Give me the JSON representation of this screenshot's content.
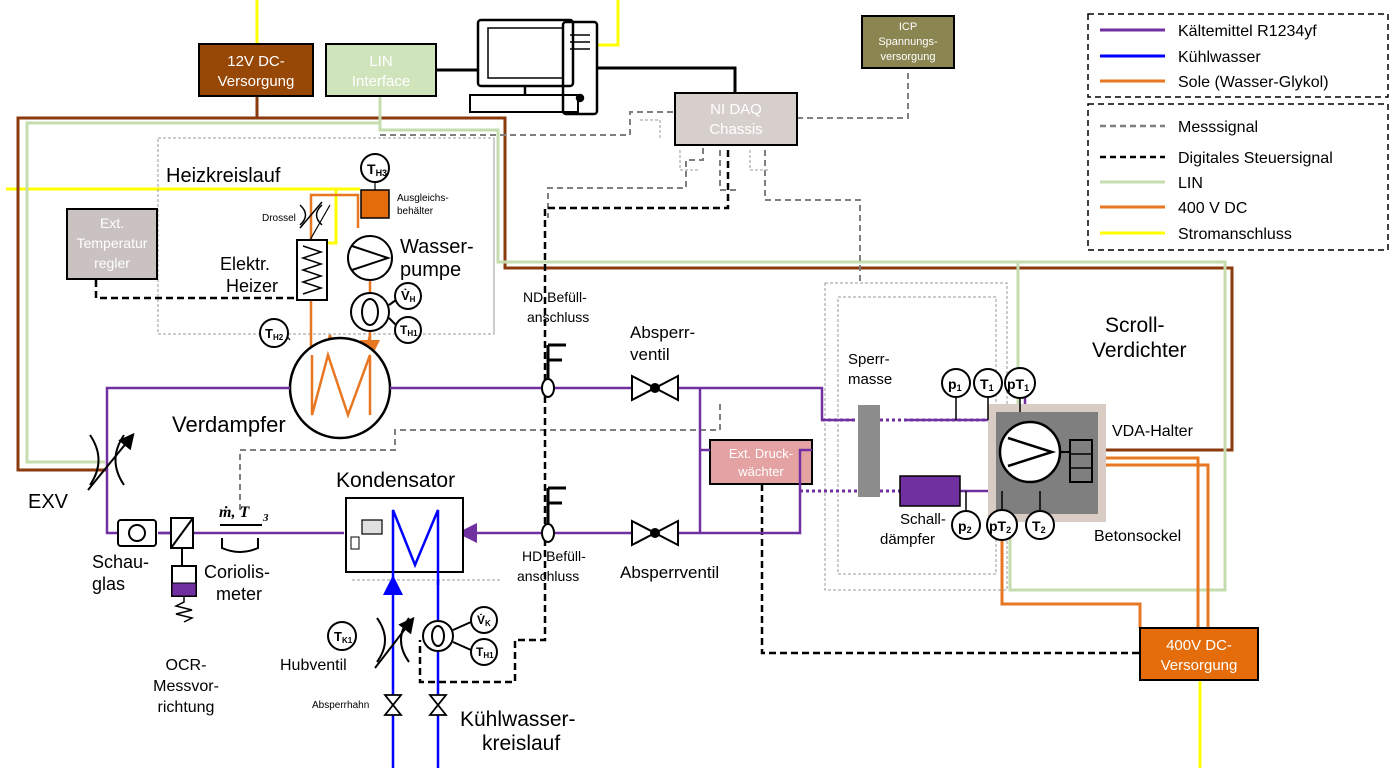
{
  "legend": {
    "refrigerant": "Kältemittel R1234yf",
    "cooling_water": "Kühlwasser",
    "brine": "Sole (Wasser-Glykol)",
    "measurement": "Messsignal",
    "digital": "Digitales Steuersignal",
    "lin": "LIN",
    "dc400": "400 V DC",
    "power": "Stromanschluss"
  },
  "colors": {
    "refrigerant": "#7030a0",
    "cooling_water": "#0000ff",
    "brine": "#e87722",
    "lin": "#c5dcae",
    "dc12": "#8b3a0e",
    "power": "#ffff00",
    "dc_box": "#974706",
    "lin_box": "#d0e4bc",
    "icp_box": "#8b8552",
    "daq_box": "#d7cfcc",
    "temp_box": "#c9c2c0",
    "druck_box": "#e5a2a2",
    "orange_box": "#e46c0a",
    "compressor": "#a6a6a6",
    "sperrmasse": "#8c8c8c",
    "schalldaempfer": "#7030a0"
  },
  "boxes": {
    "dc12_l1": "12V DC-",
    "dc12_l2": "Versorgung",
    "lin_l1": "LIN",
    "lin_l2": "Interface",
    "daq_l1": "NI DAQ",
    "daq_l2": "Chassis",
    "icp_l1": "ICP",
    "icp_l2": "Spannungs-",
    "icp_l3": "versorgung",
    "temp_l1": "Ext.",
    "temp_l2": "Temperatur",
    "temp_l3": "regler",
    "druck_l1": "Ext. Druck-",
    "druck_l2": "wächter",
    "dc400_l1": "400V DC-",
    "dc400_l2": "Versorgung"
  },
  "labels": {
    "heizkreislauf": "Heizkreislauf",
    "drossel": "Drossel",
    "ausgleich_l1": "Ausgleichs-",
    "ausgleich_l2": "behälter",
    "wasser_l1": "Wasser-",
    "wasser_l2": "pumpe",
    "heizer_l1": "Elektr.",
    "heizer_l2": "Heizer",
    "verdampfer": "Verdampfer",
    "exv": "EXV",
    "kondensator": "Kondensator",
    "schauglas_l1": "Schau-",
    "schauglas_l2": "glas",
    "coriolis_l1": "Coriolis-",
    "coriolis_l2": "meter",
    "ocr_l1": "OCR-",
    "ocr_l2": "Messvor-",
    "ocr_l3": "richtung",
    "hubventil": "Hubventil",
    "absperrhahn": "Absperrhahn",
    "kuehlwasser_l1": "Kühlwasser-",
    "kuehlwasser_l2": "kreislauf",
    "nd_l1": "ND Befüll-",
    "nd_l2": "anschluss",
    "hd_l1": "HD Befüll-",
    "hd_l2": "anschluss",
    "absperrventil_top_l1": "Absperr-",
    "absperrventil_top_l2": "ventil",
    "absperrventil_bottom": "Absperrventil",
    "sperrmasse_l1": "Sperr-",
    "sperrmasse_l2": "masse",
    "schall_l1": "Schall-",
    "schall_l2": "dämpfer",
    "scroll_l1": "Scroll-",
    "scroll_l2": "Verdichter",
    "vda": "VDA-Halter",
    "betonsockel": "Betonsockel",
    "coriolis_sym": "ṁ, T",
    "coriolis_sub": "3"
  },
  "sensors": {
    "th3": "T",
    "th3_sub": "H3",
    "vh": "V̇",
    "vh_sub": "H",
    "th1": "T",
    "th1_sub": "H1",
    "th2": "T",
    "th2_sub": "H2",
    "tk1": "T",
    "tk1_sub": "K1",
    "vk": "V̇",
    "vk_sub": "K",
    "tkf": "T",
    "tkf_sub": "H1",
    "p1": "p",
    "p1_sub": "1",
    "t1": "T",
    "t1_sub": "1",
    "pt1": "pT",
    "pt1_sub": "1",
    "p2": "p",
    "p2_sub": "2",
    "pt2": "pT",
    "pt2_sub": "2",
    "t2": "T",
    "t2_sub": "2"
  }
}
